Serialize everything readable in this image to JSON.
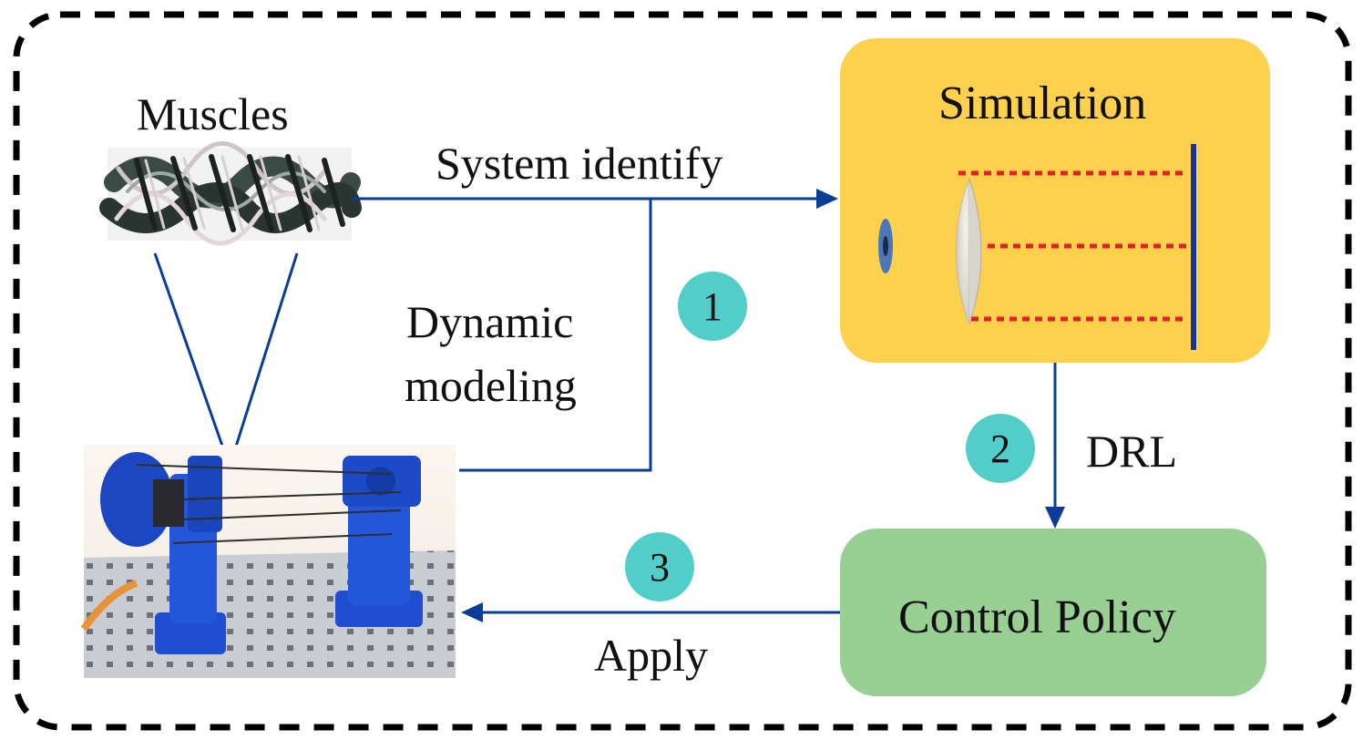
{
  "labels": {
    "muscles": "Muscles",
    "system_identify": "System identify",
    "dynamic_line1": "Dynamic",
    "dynamic_line2": "modeling",
    "simulation": "Simulation",
    "drl": "DRL",
    "control_policy": "Control Policy",
    "apply": "Apply"
  },
  "steps": [
    "1",
    "2",
    "3"
  ],
  "colors": {
    "arrow": "#0A3D9A",
    "simulation_fill": "#FDD14E",
    "control_fill": "#9ACF94",
    "badge_fill": "#52CECA",
    "laser": "#E0202A",
    "screen": "#16359A",
    "frame": "#000000"
  },
  "icons": {
    "muscle": "braided-muscle-fiber-image",
    "robot": "robotic-eye-rig-photo",
    "eye": "eyeball-icon"
  }
}
